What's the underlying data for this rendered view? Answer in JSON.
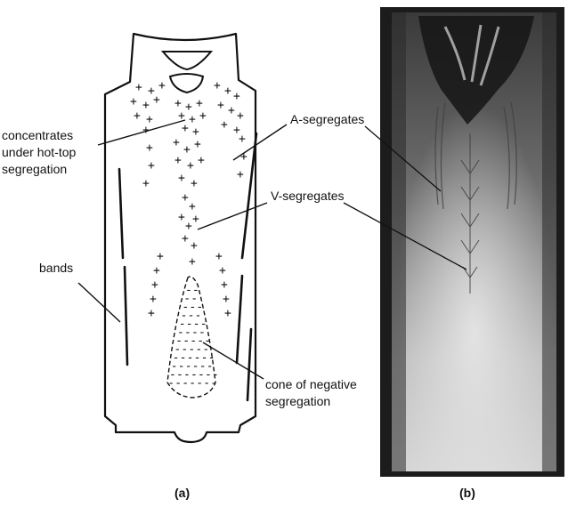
{
  "labels": {
    "hot_top_1": "concentrates",
    "hot_top_2": "under hot-top",
    "hot_top_3": "segregation",
    "a_seg": "A-segregates",
    "v_seg": "V-segregates",
    "bands": "bands",
    "cone_1": "cone of negative",
    "cone_2": "segregation"
  },
  "captions": {
    "left": "(a)",
    "right": "(b)"
  },
  "colors": {
    "ink": "#111111",
    "photo_dark": "#2a2a2a",
    "photo_light": "#d8d8d8"
  }
}
